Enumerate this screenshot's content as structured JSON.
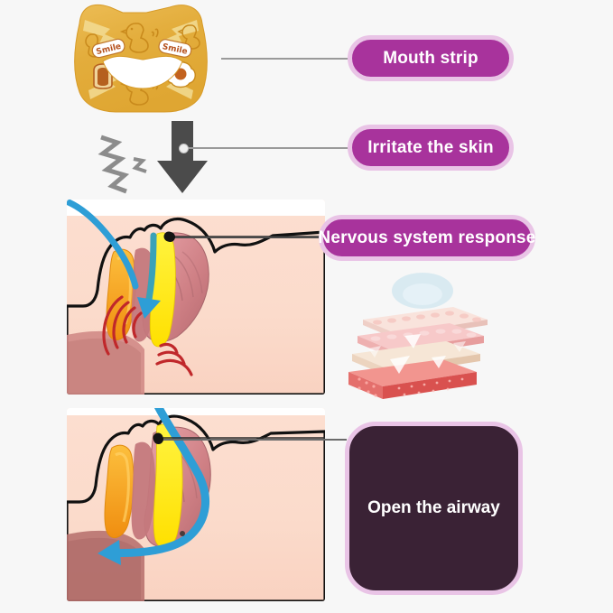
{
  "page": {
    "title": "Anti-snoring mouth strip mechanism infographic",
    "background_color": "#f7f7f7"
  },
  "theme": {
    "pill_fill": "#a8339c",
    "pill_border": "#e9c4e6",
    "pill_text": "#ffffff",
    "dark_box_fill": "#3a2235",
    "leader_line": "#9a9a9a",
    "skin_tone": "#fbe2d4",
    "airway_blue": "#2e9ed6",
    "tongue_yellow": "#ffe81f",
    "soft_palate_orange": "#f6a318",
    "snore_red": "#c0282b",
    "arrow_gray": "#4d4d4d",
    "strip_yellow": "#e8b23c"
  },
  "callouts": [
    {
      "id": "mouth-strip",
      "label": "Mouth strip",
      "kind": "pill",
      "order": 1
    },
    {
      "id": "irritate-the-skin",
      "label": "Irritate the skin",
      "kind": "pill",
      "order": 2
    },
    {
      "id": "nervous-system-response",
      "label": "Nervous system response",
      "kind": "pill",
      "order": 3
    },
    {
      "id": "open-the-airway",
      "label": "Open the airway",
      "kind": "dark-box",
      "order": 4
    }
  ],
  "illustrations": {
    "mouth_strip": {
      "name": "mouth-strip-patch",
      "description": "Yellow patch with mouth-shaped cutout and printed duck, toast, fried egg and Smile motifs",
      "motif_text": "Smile",
      "motifs": [
        "duck",
        "toast",
        "fried-egg",
        "smile-word",
        "arrow"
      ]
    },
    "panel_top": {
      "name": "blocked-airway-cross-section",
      "description": "Side cross-section of head showing blocked airway, snoring vibration waves and collapsed soft palate"
    },
    "panel_bottom": {
      "name": "open-airway-cross-section",
      "description": "Side cross-section of head showing clear open airway with blue airflow path"
    },
    "skin_layers": {
      "name": "skin-layer-cross-section",
      "description": "Stacked skin layer block diagram: epidermis, dermis and subcutaneous tissue"
    },
    "down_arrow": {
      "name": "downward-pressure-arrow",
      "description": "Thick dark grey arrow pointing down onto the face"
    },
    "snore_zigzag": {
      "name": "snore-zigzag-lines",
      "description": "Grey zigzag lines representing snoring noise"
    }
  }
}
